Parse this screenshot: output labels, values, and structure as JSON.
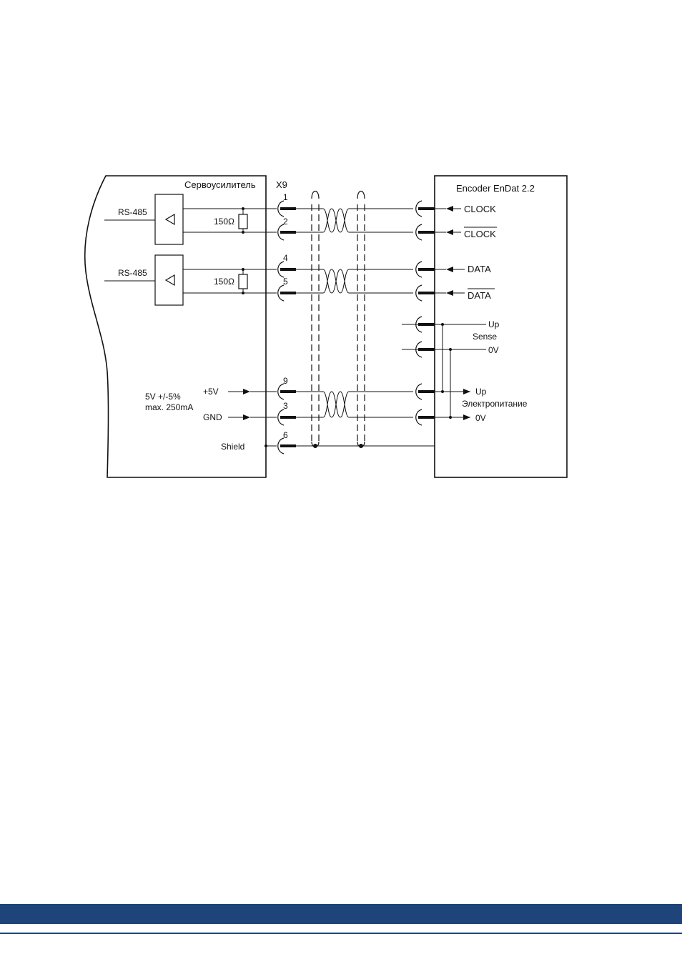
{
  "labels": {
    "servo_title": "Сервоусилитель",
    "connector": "X9",
    "encoder_title": "Encoder EnDat 2.2",
    "rs485_a": "RS-485",
    "rs485_b": "RS-485",
    "res_a": "150Ω",
    "res_b": "150Ω",
    "supply_line1": "5V +/-5%",
    "supply_line2": "max. 250mA",
    "plus5v": "+5V",
    "gnd": "GND",
    "shield": "Shield",
    "clock": "CLOCK",
    "clock_n": "CLOCK",
    "data": "DATA",
    "data_n": "DATA",
    "sense_up": "Up",
    "sense": "Sense",
    "sense_0v": "0V",
    "power_up": "Up",
    "power": "Электропитание",
    "power_0v": "0V"
  },
  "pins": [
    "1",
    "2",
    "4",
    "5",
    "9",
    "3",
    "6"
  ],
  "colors": {
    "line": "#111111",
    "footer": "#1f4479"
  }
}
